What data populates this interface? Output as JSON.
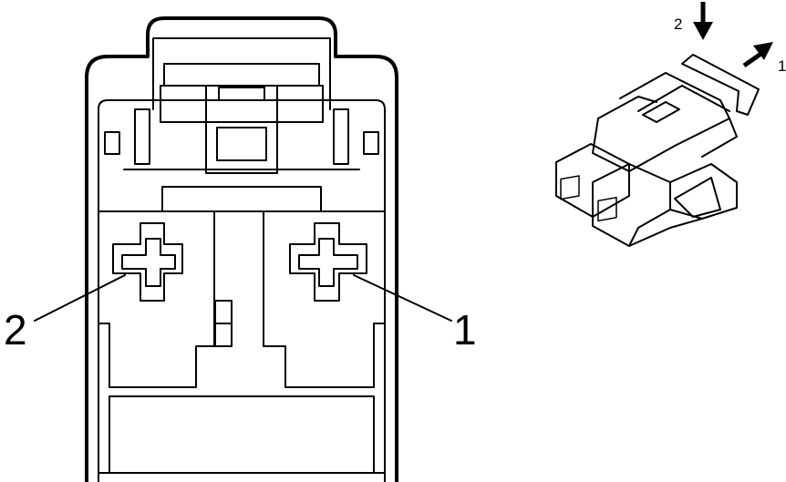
{
  "front_view": {
    "callouts": [
      {
        "id": "pin-2-label",
        "text": "2"
      },
      {
        "id": "pin-1-label",
        "text": "1"
      }
    ]
  },
  "iso_view": {
    "arrows": [
      {
        "id": "arrow-2-label",
        "text": "2"
      },
      {
        "id": "arrow-1-label",
        "text": "1"
      }
    ]
  }
}
